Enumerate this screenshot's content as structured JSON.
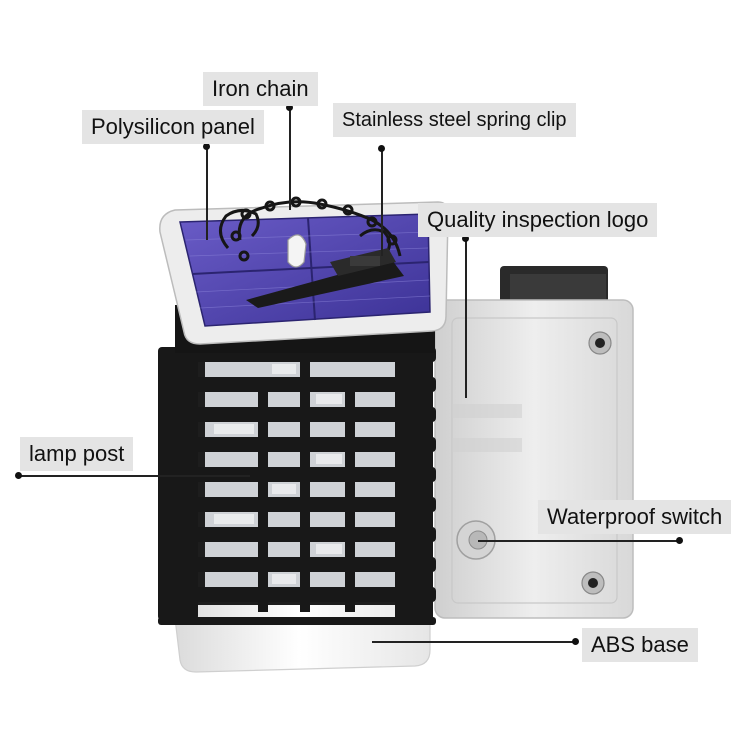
{
  "labels": {
    "iron_chain": "Iron chain",
    "polysilicon_panel": "Polysilicon panel",
    "spring_clip": "Stainless steel spring clip",
    "quality_logo": "Quality inspection logo",
    "lamp_post": "lamp post",
    "waterproof_switch": "Waterproof switch",
    "abs_base": "ABS base"
  },
  "colors": {
    "label_background": "#e4e4e4",
    "solar_panel": "#4b3f9c",
    "lantern_frame": "#1c1c1c",
    "housing": "#e2e2e2"
  },
  "icons": {
    "switch": "waterproof-switch-icon",
    "screw": "screw-icon"
  }
}
